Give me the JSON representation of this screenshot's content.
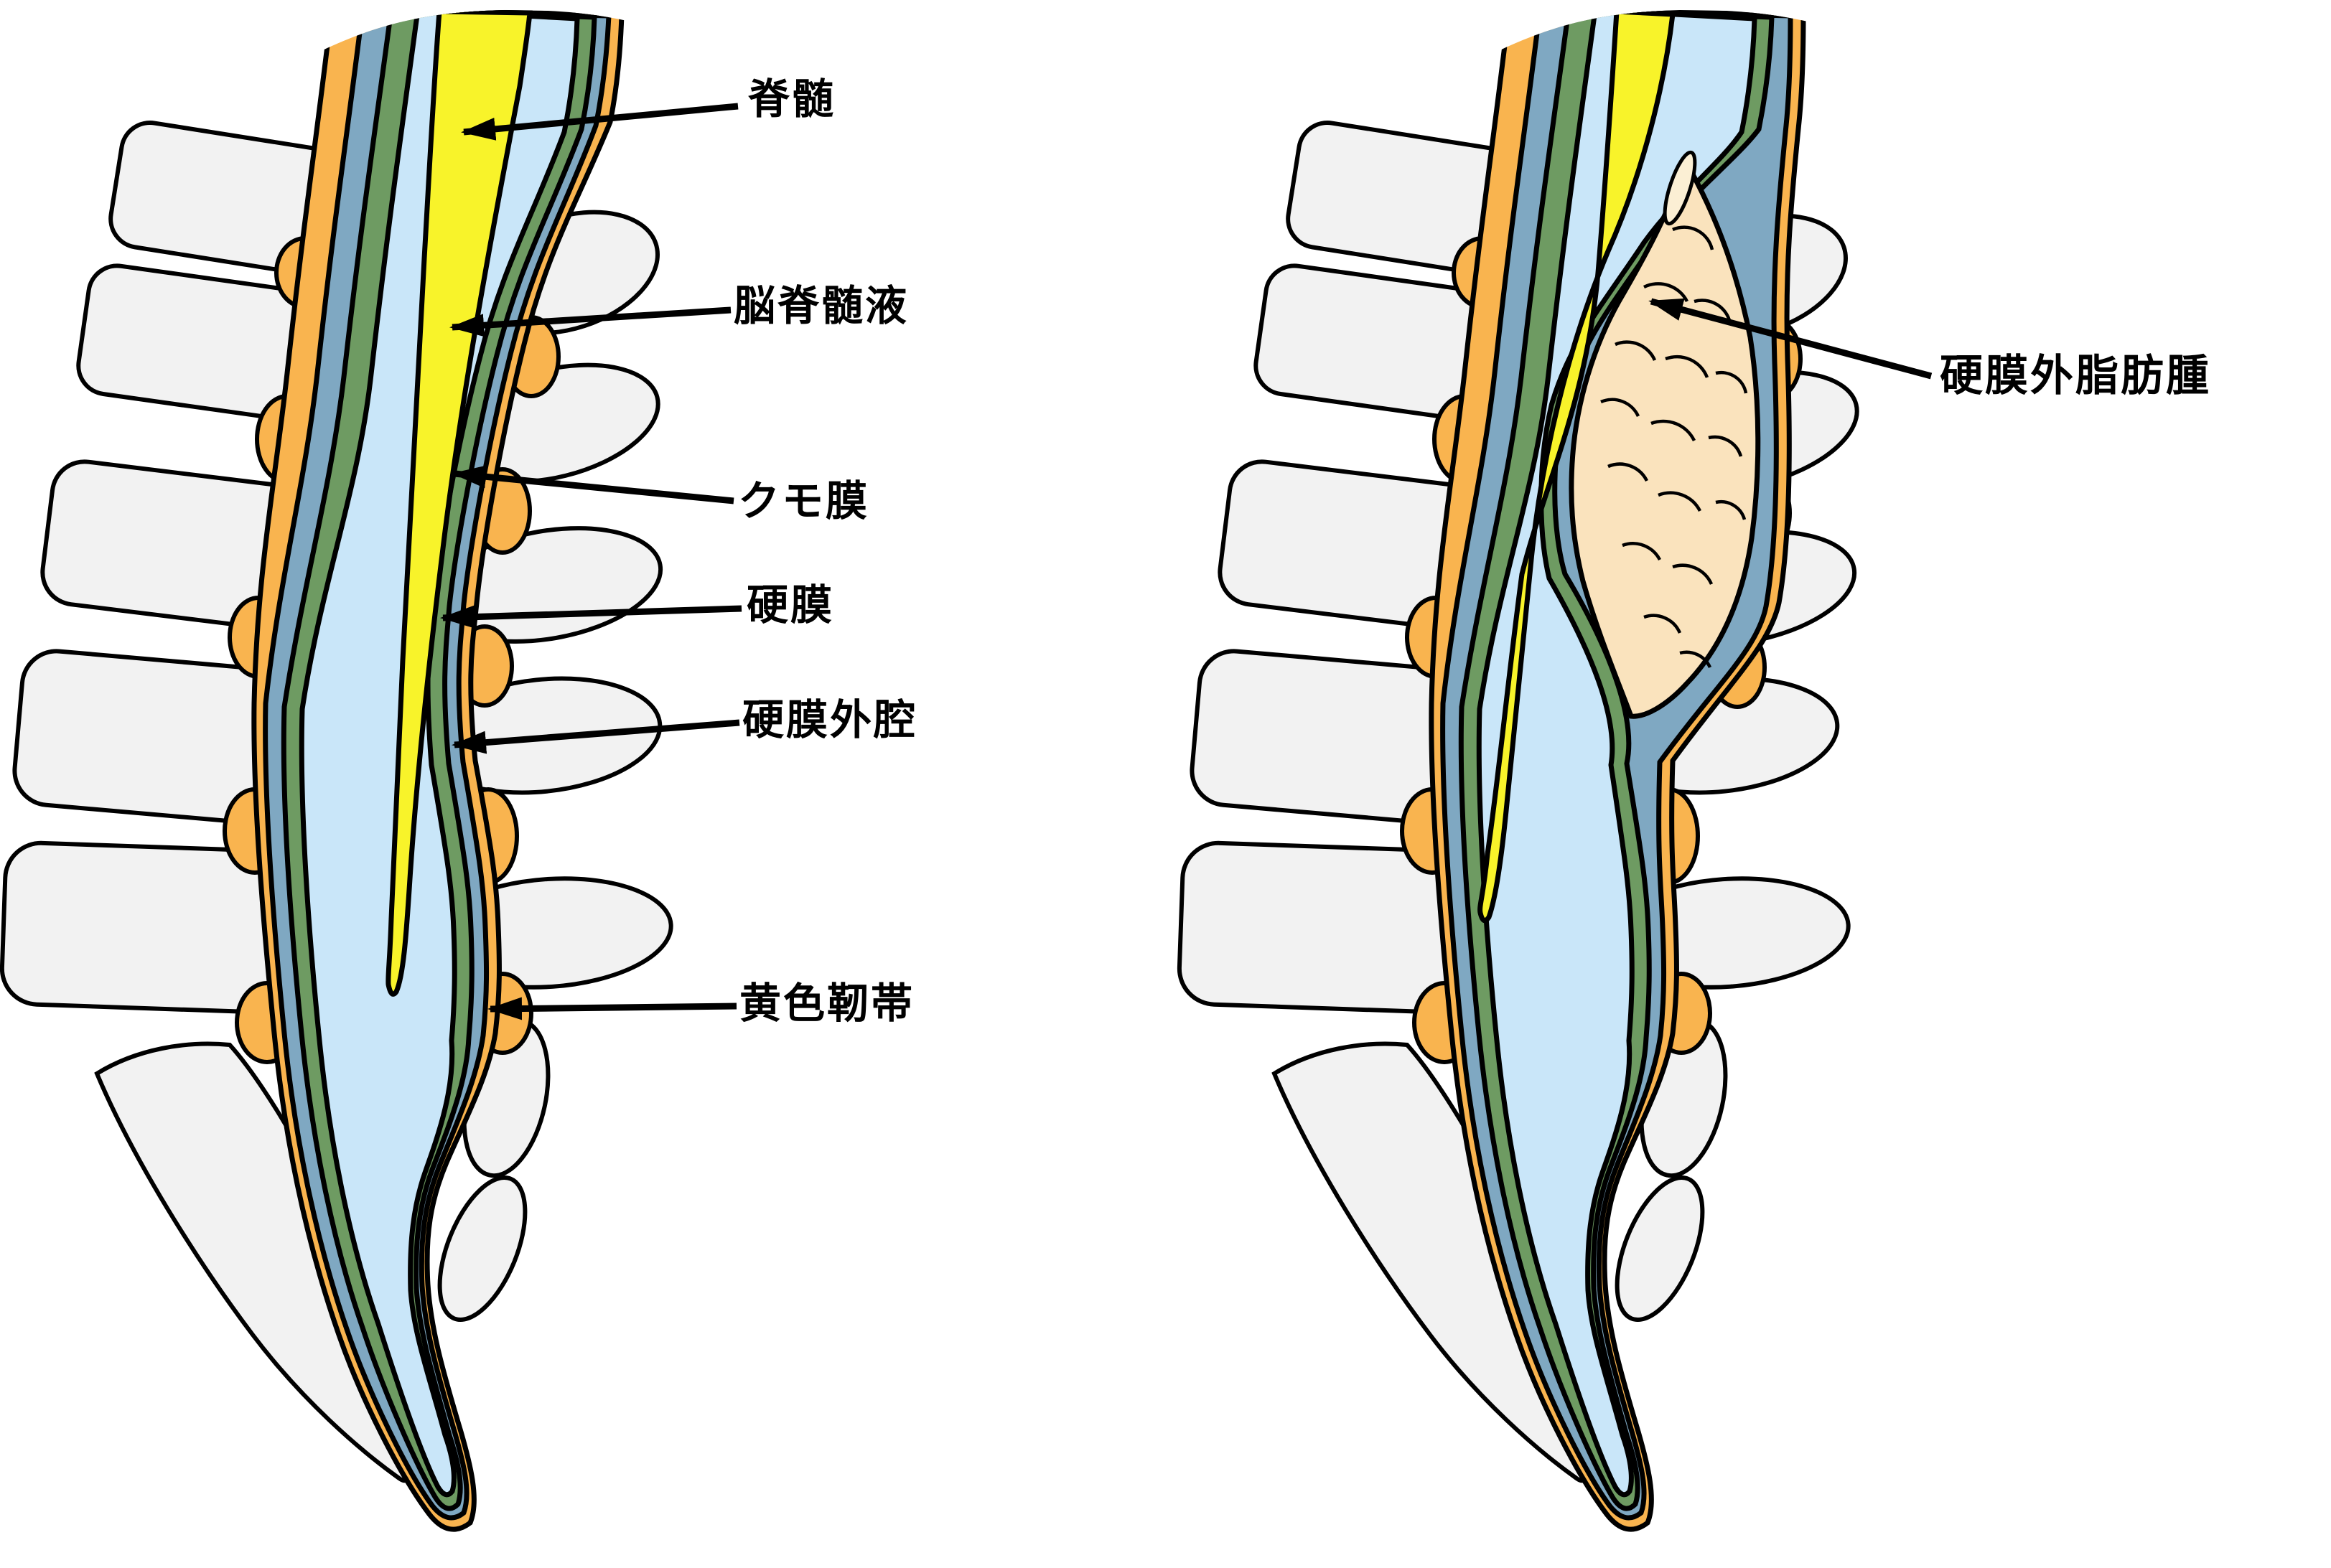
{
  "figure": {
    "type": "anatomical-diagram",
    "subject": "spinal-canal-sagittal-section",
    "panels": [
      {
        "id": "normal-spine",
        "labels": [
          "脊髄",
          "脳脊髄液",
          "クモ膜",
          "硬膜",
          "硬膜外腔",
          "黄色靭帯"
        ]
      },
      {
        "id": "epidural-lipomatosis",
        "labels": [
          "硬膜外脂肪腫"
        ]
      }
    ],
    "colors": {
      "spinal_cord": "#F8F32A",
      "csf": "#C9E6F9",
      "dura": "#6E9B62",
      "epidural_space": "#7FA8C2",
      "ligamentum_flavum": "#F9B44F",
      "bone": "#F2F2F2",
      "fat": "#FAE3BD",
      "outline": "#000000",
      "background": "#FFFFFF"
    }
  }
}
